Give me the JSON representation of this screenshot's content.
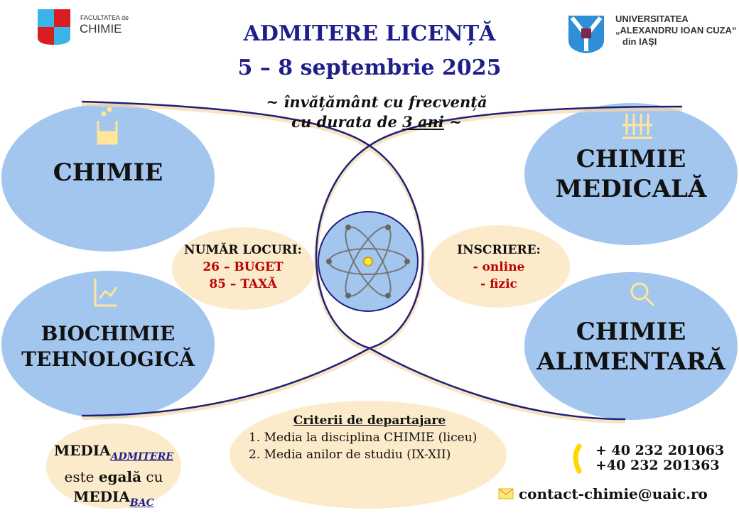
{
  "header": {
    "faculty_small": "FACULTATEA de",
    "faculty_big": "CHIMIE",
    "uni_line1": "UNIVERSITATEA",
    "uni_line2": "„ALEXANDRU IOAN CUZA“",
    "uni_line3": "din IAȘI",
    "title": "ADMITERE LICENȚĂ",
    "dates": "5 – 8 septembrie 2025",
    "subtitle1": "~ învățământ cu frecvență",
    "subtitle2_a": "cu durata de ",
    "subtitle2_b": "3 ani",
    "subtitle2_c": " ~"
  },
  "programs": [
    {
      "name": "CHIMIE",
      "icon": "beaker-icon"
    },
    {
      "name_l1": "CHIMIE",
      "name_l2": "MEDICALĂ",
      "icon": "test-tubes-icon"
    },
    {
      "name_l1": "BIOCHIMIE",
      "name_l2": "TEHNOLOGICĂ",
      "icon": "dna-chart-icon"
    },
    {
      "name_l1": "CHIMIE",
      "name_l2": "ALIMENTARĂ",
      "icon": "magnifier-icon"
    }
  ],
  "seats": {
    "title": "NUMĂR LOCURI:",
    "budget": "26 – BUGET",
    "fee": "85 – TAXĂ"
  },
  "enroll": {
    "title": "INSCRIERE:",
    "online": "- online",
    "physical": "- fizic"
  },
  "criteria": {
    "title": "Criterii de departajare",
    "items": [
      "1.  Media la disciplina CHIMIE (liceu)",
      "2. Media anilor de studiu (IX-XII)"
    ]
  },
  "media": {
    "w1": "MEDIA",
    "s1": "ADMITERE",
    "l2a": "este ",
    "l2b": "egală",
    "l2c": " cu",
    "w3": "MEDIA",
    "s3": "BAC"
  },
  "contact": {
    "phone1": "+ 40 232 201063",
    "phone2": "+40 232 201363",
    "email": "contact-chimie@uaic.ro"
  },
  "colors": {
    "blue": "#a3c6ee",
    "beige": "#fcebcb",
    "navy": "#1f1f7a",
    "yellow": "#ffd966"
  }
}
